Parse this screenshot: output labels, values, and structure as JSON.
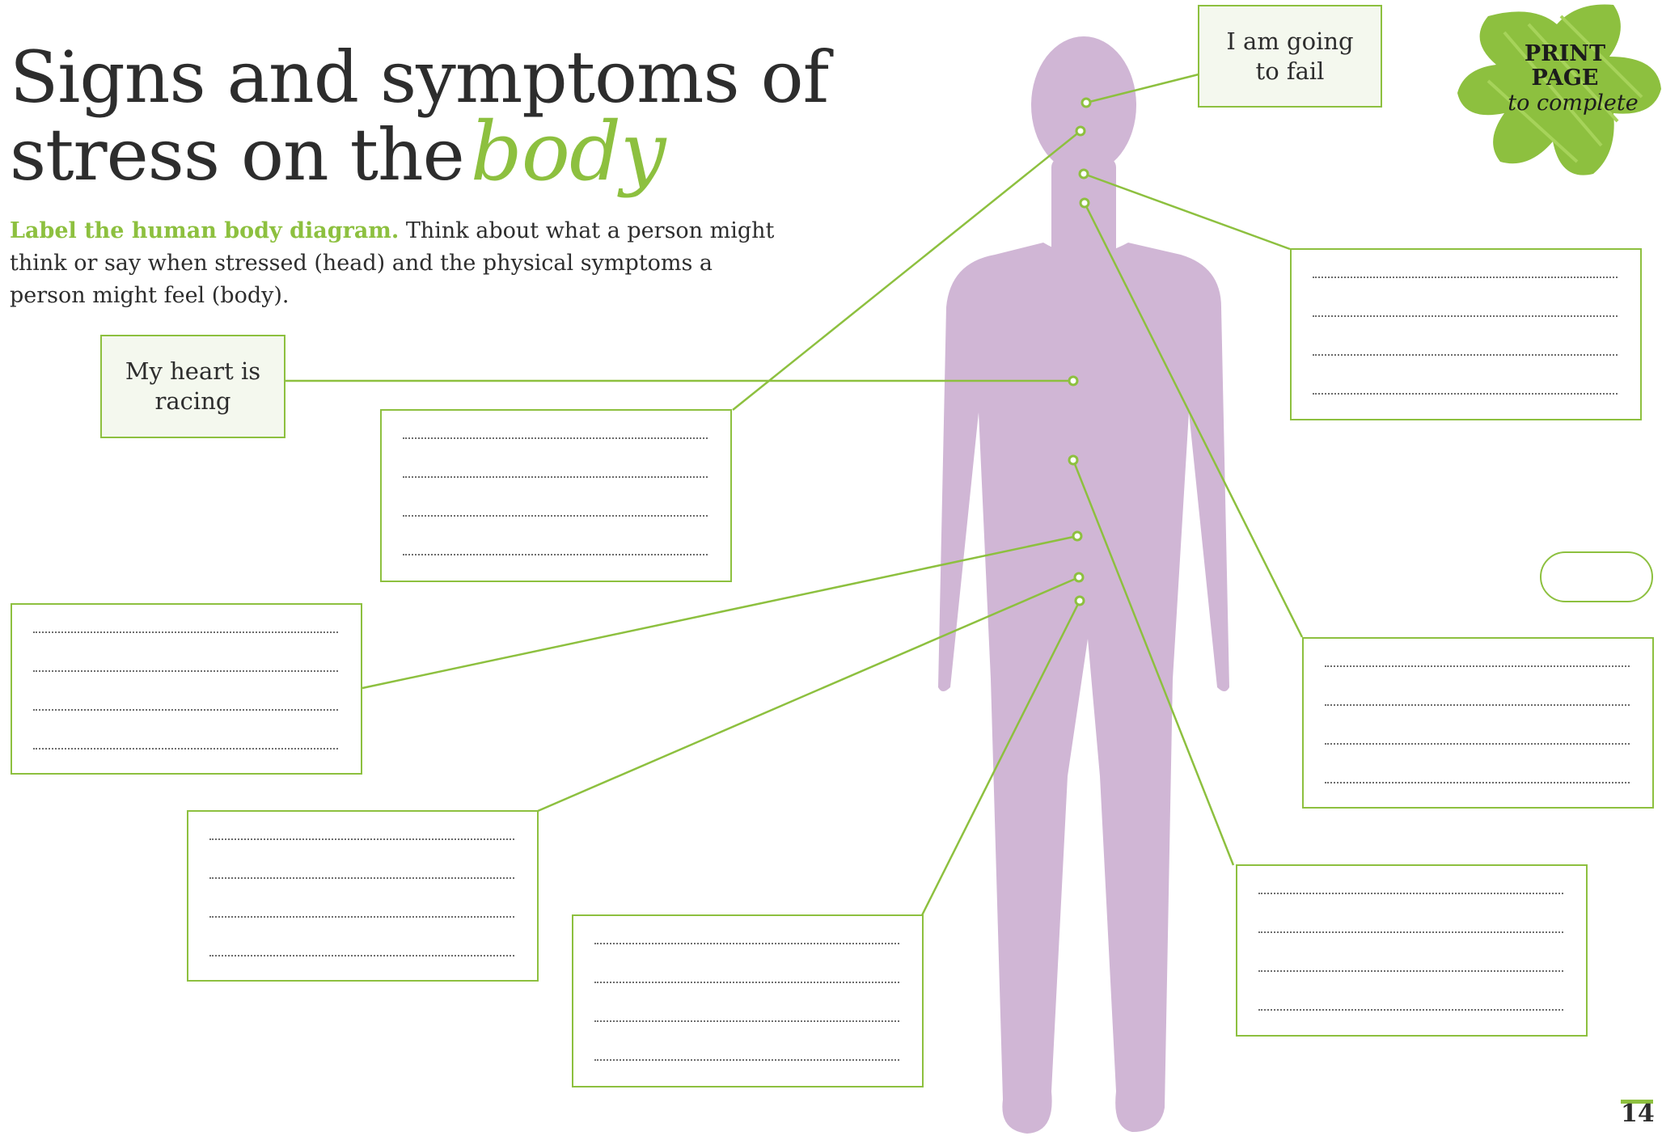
{
  "title": {
    "line1": "Signs and symptoms of",
    "line2": "stress on the",
    "script_word": "body"
  },
  "intro": {
    "lead": "Label the human body diagram.",
    "text": " Think about what a person might think or say when stressed (head) and the physical symptoms a person might feel (body)."
  },
  "labels": {
    "head_thought": "I am going to fail",
    "heart": "My heart is racing"
  },
  "badge": {
    "line1": "PRINT",
    "line2": "PAGE",
    "line3": "to complete"
  },
  "colors": {
    "accent": "#8dc03f",
    "body": "#d0b6d5",
    "text": "#2d2d2d"
  },
  "page_number": "14"
}
